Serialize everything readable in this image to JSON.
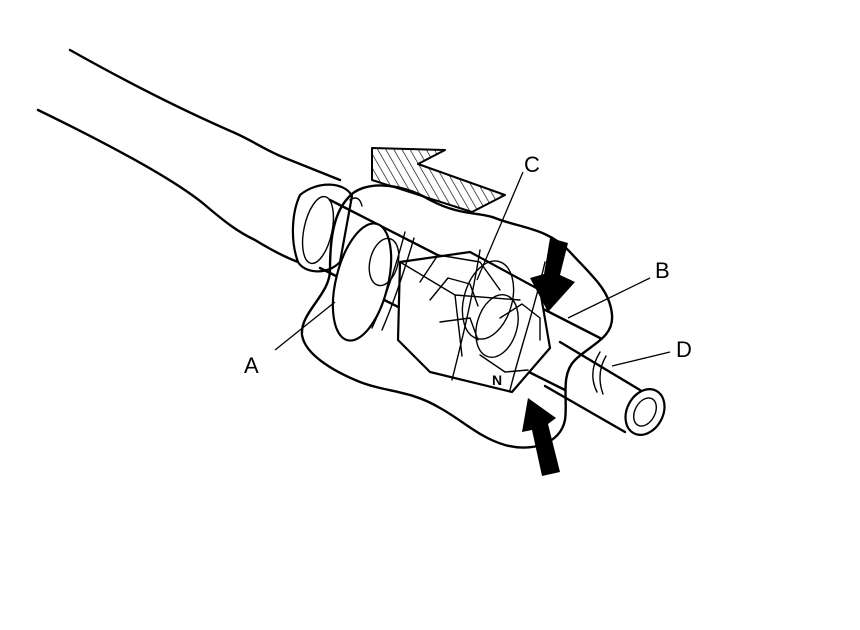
{
  "labels": {
    "a": "A",
    "b": "B",
    "c": "C",
    "d": "D"
  },
  "colors": {
    "line": "#000000",
    "background": "#ffffff",
    "hatch": "#000000"
  },
  "icons": {
    "direction_arrow": "hatched-arrow-icon",
    "press_arrows": "press-arrow-icon"
  }
}
